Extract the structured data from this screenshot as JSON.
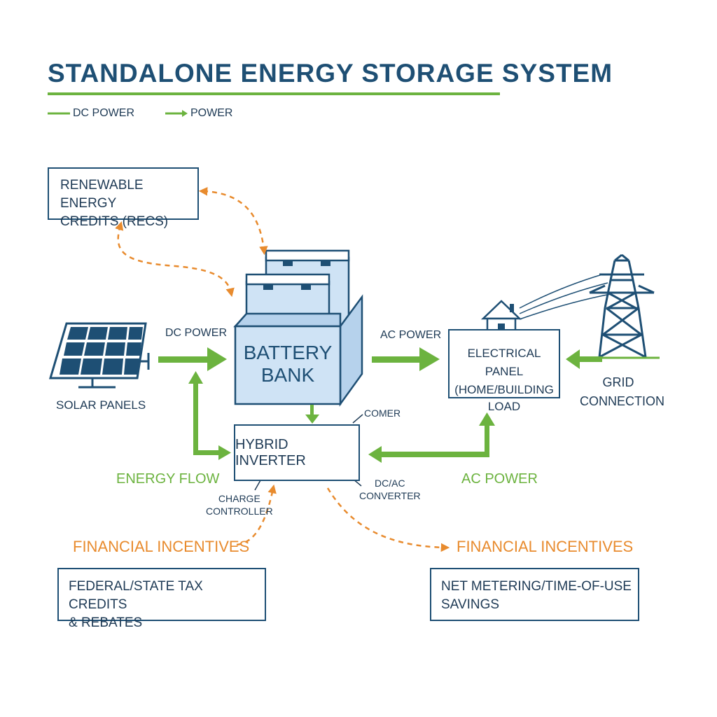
{
  "title": "STANDALONE ENERGY STORAGE SYSTEM",
  "legend": {
    "dc_power": "DC POWER",
    "power": "POWER"
  },
  "recs_box": {
    "line1": "RENEWABLE ENERGY",
    "line2": "CREDITS (RECS)"
  },
  "battery": {
    "line1": "BATTERY",
    "line2": "BANK"
  },
  "solar": {
    "label": "SOLAR PANELS"
  },
  "electrical_panel": {
    "line1": "ELECTRICAL PANEL",
    "line2": "(HOME/BUILDING",
    "line3": "LOAD"
  },
  "grid": {
    "line1": "GRID",
    "line2": "CONNECTION"
  },
  "inverter": {
    "label": "HYBRID INVERTER",
    "comer": "COMER",
    "converter_line1": "DC/AC",
    "converter_line2": "CONVERTER",
    "charge_line1": "CHARGE",
    "charge_line2": "CONTROLLER"
  },
  "flows": {
    "dc_power": "DC POWER",
    "ac_power_top": "AC POWER",
    "energy_flow": "ENERGY FLOW",
    "ac_power_bottom": "AC POWER"
  },
  "incentives": {
    "left_heading": "FINANCIAL INCENTIVES",
    "left_box_line1": "FEDERAL/STATE TAX CREDITS",
    "left_box_line2": "& REBATES",
    "right_heading": "FINANCIAL INCENTIVES",
    "right_box_line1": "NET METERING/TIME-OF-USE",
    "right_box_line2": "SAVINGS"
  },
  "colors": {
    "navy": "#1e4f74",
    "green": "#6cb33f",
    "orange": "#e88b2e",
    "battery_fill": "#cfe3f5"
  }
}
